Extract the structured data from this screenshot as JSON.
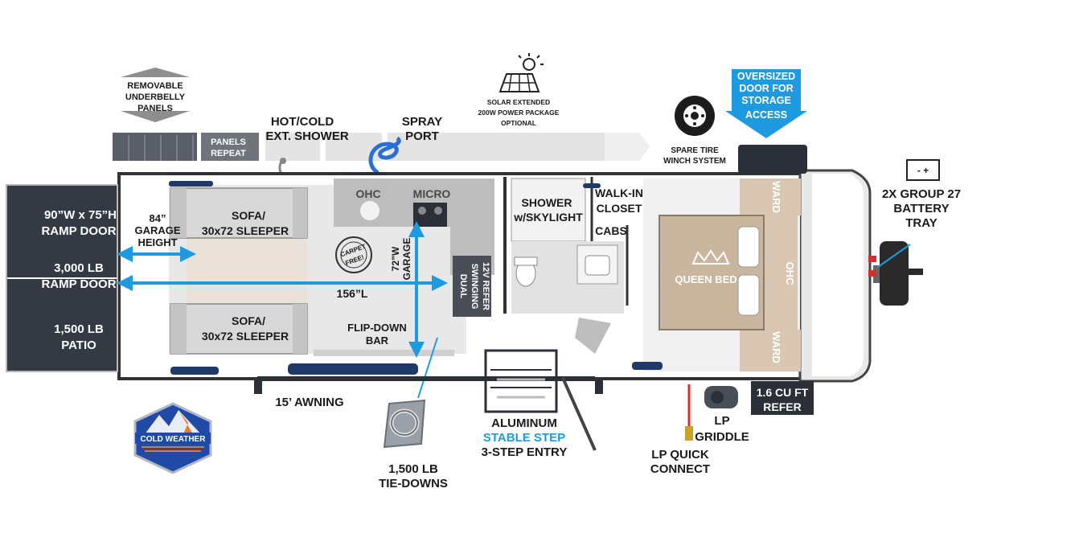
{
  "callouts": {
    "underbelly": [
      "REMOVABLE",
      "UNDERBELLY",
      "PANELS"
    ],
    "panels_repeat": [
      "PANELS",
      "REPEAT"
    ],
    "hot_cold_shower": [
      "HOT/COLD",
      "EXT. SHOWER"
    ],
    "spray_port": [
      "SPRAY",
      "PORT"
    ],
    "solar": [
      "SOLAR EXTENDED",
      "200W POWER PACKAGE",
      "OPTIONAL"
    ],
    "spare_tire": [
      "SPARE TIRE",
      "WINCH SYSTEM"
    ],
    "oversized_door": [
      "OVERSIZED",
      "DOOR FOR",
      "STORAGE",
      "ACCESS"
    ],
    "battery": [
      "2X GROUP 27",
      "BATTERY",
      "TRAY"
    ],
    "battery_symbol": "- +",
    "awning": "15’ AWNING",
    "tie_downs": [
      "1,500 LB",
      "TIE-DOWNS"
    ],
    "step_line1": "ALUMINUM",
    "step_line2": "STABLE STEP",
    "step_line3": "3-STEP ENTRY",
    "lp_quick": [
      "LP QUICK",
      "CONNECT"
    ],
    "lp_griddle": [
      "LP",
      "GRIDDLE"
    ],
    "refer_small": [
      "1.6 CU FT",
      "REFER"
    ],
    "cold_weather": "COLD WEATHER"
  },
  "rooms": {
    "ramp_door_size": [
      "90”W x 75”H",
      "RAMP DOOR"
    ],
    "ramp_door_weight": [
      "3,000 LB",
      "RAMP DOOR"
    ],
    "patio": [
      "1,500 LB",
      "PATIO"
    ],
    "garage_height": [
      "84”",
      "GARAGE",
      "HEIGHT"
    ],
    "sofa_top": [
      "SOFA/",
      "30x72 SLEEPER"
    ],
    "sofa_bottom": [
      "SOFA/",
      "30x72 SLEEPER"
    ],
    "garage_length": "156”L",
    "garage_width": [
      "72”W",
      "GARAGE"
    ],
    "carpet_free": [
      "CARPET",
      "FREE!"
    ],
    "ohc_front": "OHC",
    "micro": "MICRO",
    "refer": [
      "DUAL",
      "SWINGING",
      "12V REFER"
    ],
    "flip_down_bar": [
      "FLIP-DOWN",
      "BAR"
    ],
    "shower": [
      "SHOWER",
      "w/SKYLIGHT"
    ],
    "walk_in_closet": [
      "WALK-IN",
      "CLOSET"
    ],
    "cabs": "CABS",
    "queen_bed": "QUEEN BED",
    "ward_top": "WARD",
    "ward_bottom": "WARD",
    "ohc_bed": "OHC"
  },
  "colors": {
    "accent_blue": "#1e9be0",
    "floor": "#dcdcdc",
    "wood": "#d9c7b4",
    "dark": "#2b2f38",
    "window_blue": "#1f3a66"
  }
}
